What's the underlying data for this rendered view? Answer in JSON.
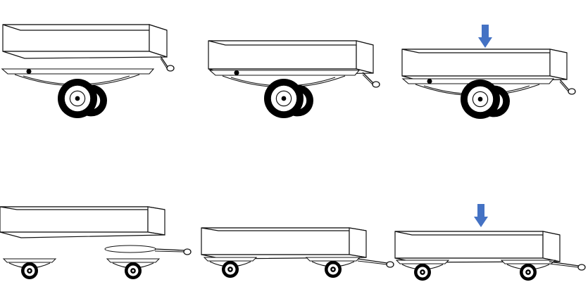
{
  "figure": {
    "description_text": "",
    "colors": {
      "line": "#111111",
      "fill": "#ffffff",
      "wheel": "#000000",
      "arrow": "#4472c4"
    },
    "icons": {
      "press_arrow": "down-arrow-icon",
      "trailer": "trailer-icon",
      "wheel": "wheel-icon"
    },
    "rows": [
      {
        "name": "single-axle-sequence",
        "panels": [
          {
            "stage": "separated",
            "arrow": false
          },
          {
            "stage": "assembled",
            "arrow": false
          },
          {
            "stage": "pressed",
            "arrow": true
          }
        ]
      },
      {
        "name": "two-axle-sequence",
        "panels": [
          {
            "stage": "separated",
            "arrow": false
          },
          {
            "stage": "assembled",
            "arrow": false
          },
          {
            "stage": "pressed",
            "arrow": true
          }
        ]
      }
    ]
  }
}
